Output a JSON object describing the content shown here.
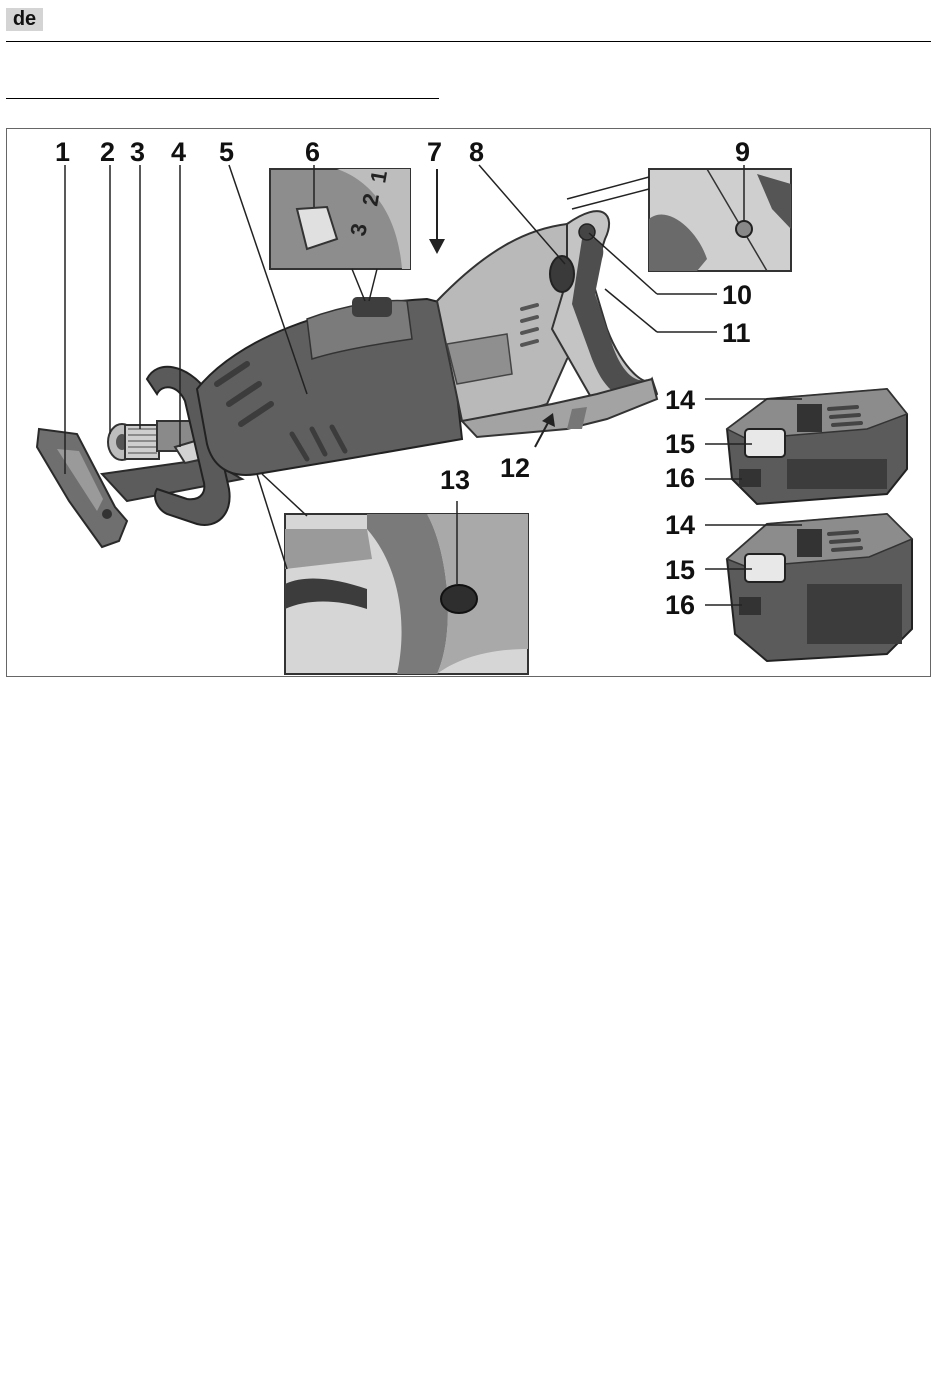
{
  "header": {
    "language_code": "de"
  },
  "figure": {
    "callouts": [
      "1",
      "2",
      "3",
      "4",
      "5",
      "6",
      "7",
      "8",
      "9",
      "10",
      "11",
      "12",
      "13",
      "14",
      "15",
      "16",
      "14",
      "15",
      "16"
    ],
    "dial_numbers": [
      "3",
      "2",
      "1"
    ]
  }
}
